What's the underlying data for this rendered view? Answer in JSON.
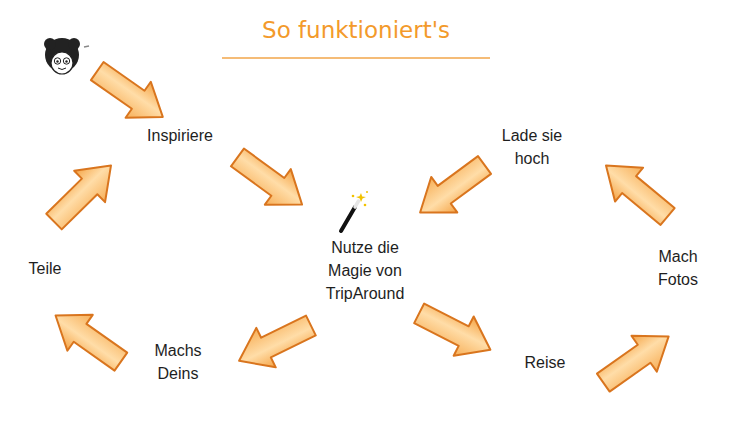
{
  "diagram": {
    "title": "So funktioniert's",
    "nodes": [
      {
        "text": [
          "Inspiriere"
        ]
      },
      {
        "text": [
          "Lade sie hoch"
        ]
      },
      {
        "text": [
          "Teile"
        ]
      },
      {
        "text": [
          "Nutze die Magie von TripAround"
        ]
      },
      {
        "text": [
          "Mach Fotos"
        ]
      },
      {
        "text": [
          "Machs Deins"
        ]
      },
      {
        "text": [
          "Reise"
        ]
      }
    ],
    "edges": [
      {
        "from": 0,
        "to": 3,
        "arrow": "to"
      },
      {
        "from": 3,
        "to": 6,
        "arrow": "to"
      },
      {
        "from": 6,
        "to": 4,
        "arrow": "to"
      },
      {
        "from": 4,
        "to": 1,
        "arrow": "to"
      },
      {
        "from": 1,
        "to": 3,
        "arrow": "to"
      },
      {
        "from": 3,
        "to": 5,
        "arrow": "to"
      },
      {
        "from": 5,
        "to": 2,
        "arrow": "to"
      },
      {
        "from": 2,
        "to": 0,
        "arrow": "to"
      }
    ]
  }
}
